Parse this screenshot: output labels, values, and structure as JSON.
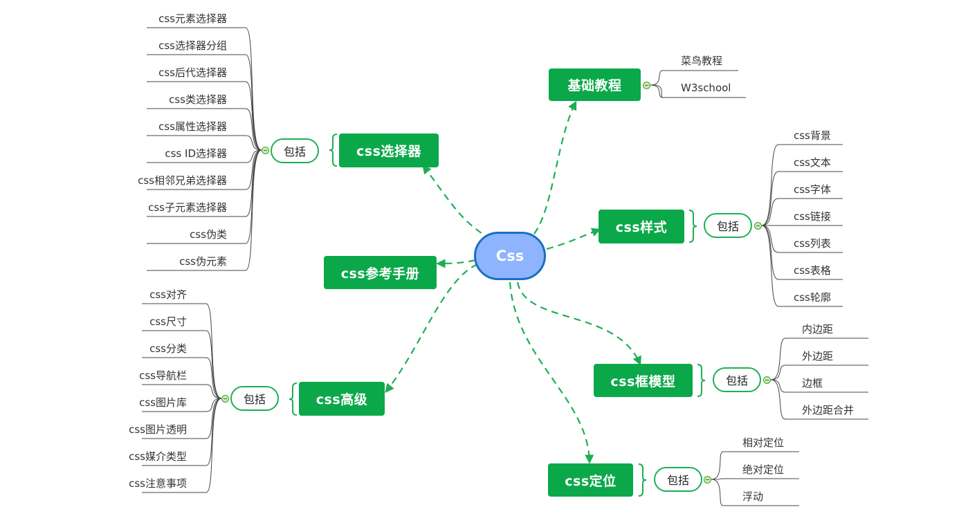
{
  "center": {
    "label": "Css"
  },
  "topics": {
    "basic": {
      "label": "基础教程",
      "children": [
        "菜鸟教程",
        "W3school"
      ]
    },
    "selectors": {
      "label": "css选择器",
      "group": "包括",
      "children": [
        "css元素选择器",
        "css选择器分组",
        "css后代选择器",
        "css类选择器",
        "css属性选择器",
        "css ID选择器",
        "css相邻兄弟选择器",
        "css子元素选择器",
        "css伪类",
        "css伪元素"
      ]
    },
    "manual": {
      "label": "css参考手册"
    },
    "advanced": {
      "label": "css高级",
      "group": "包括",
      "children": [
        "css对齐",
        "css尺寸",
        "css分类",
        "css导航栏",
        "css图片库",
        "css图片透明",
        "css媒介类型",
        "css注意事项"
      ]
    },
    "styles": {
      "label": "css样式",
      "group": "包括",
      "children": [
        "css背景",
        "css文本",
        "css字体",
        "css链接",
        "css列表",
        "css表格",
        "css轮廓"
      ]
    },
    "boxmodel": {
      "label": "css框模型",
      "group": "包括",
      "children": [
        "内边距",
        "外边距",
        "边框",
        "外边距合并"
      ]
    },
    "position": {
      "label": "css定位",
      "group": "包括",
      "children": [
        "相对定位",
        "绝对定位",
        "浮动"
      ]
    }
  },
  "colors": {
    "topic": "#0ba84a",
    "center_fill": "#8db4fd",
    "center_border": "#1a6ec0",
    "connector": "#1dae55",
    "line": "#444444"
  }
}
